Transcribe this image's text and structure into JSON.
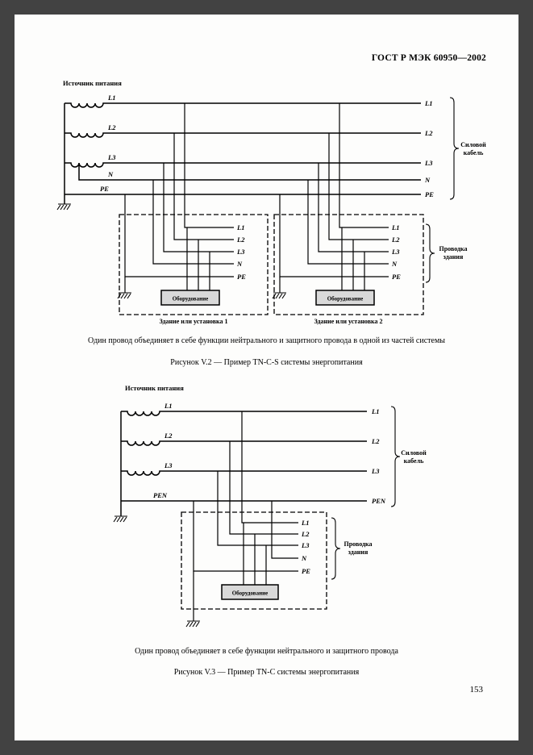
{
  "page": {
    "header": "ГОСТ Р МЭК 60950—2002",
    "number": "153"
  },
  "labels": {
    "source": "Источник питания",
    "equipment": "Оборудование",
    "cable_line1": "Силовой",
    "cable_line2": "кабель",
    "wiring_line1": "Проводка",
    "wiring_line2": "здания"
  },
  "fig1": {
    "left": [
      "L1",
      "L2",
      "L3",
      "N",
      "PE"
    ],
    "right": [
      "L1",
      "L2",
      "L3",
      "N",
      "PE"
    ],
    "stubs": [
      "L1",
      "L2",
      "L3",
      "N",
      "PE"
    ],
    "building1_caption": "Здание или установка 1",
    "building2_caption": "Здание или установка 2",
    "note": "Один провод объединяет в себе функции нейтрального и защитного провода в одной из частей системы",
    "caption": "Рисунок V.2 — Пример TN-C-S системы энергопитания"
  },
  "fig2": {
    "left": [
      "L1",
      "L2",
      "L3",
      "PEN"
    ],
    "right": [
      "L1",
      "L2",
      "L3",
      "PEN"
    ],
    "stubs": [
      "L1",
      "L2",
      "L3",
      "N",
      "PE"
    ],
    "note": "Один провод объединяет в себе функции нейтрального и защитного провода",
    "caption": "Рисунок V.3 — Пример TN-C системы энергопитания"
  }
}
